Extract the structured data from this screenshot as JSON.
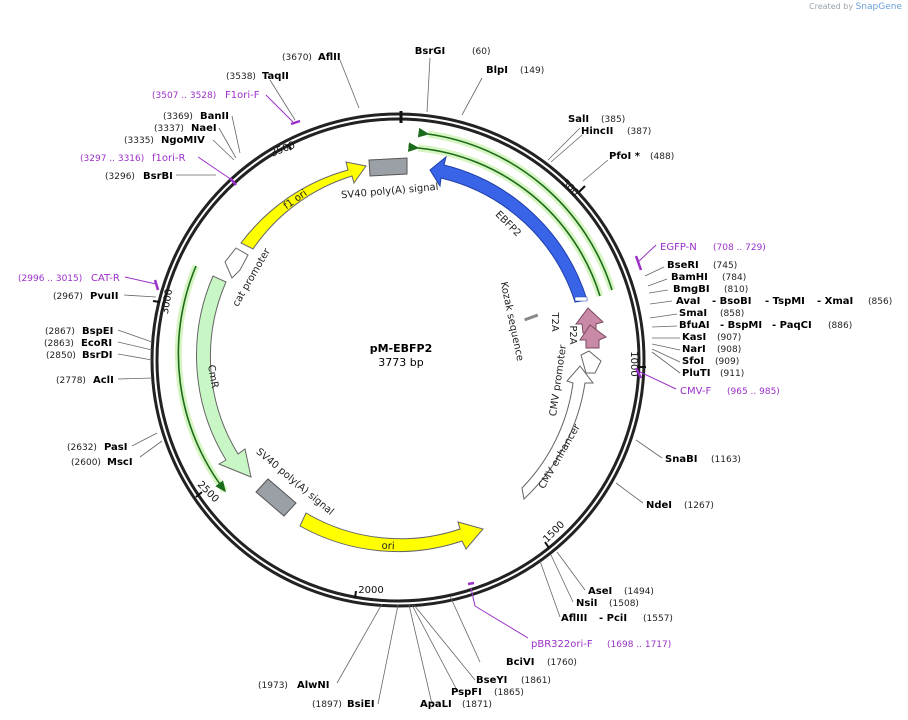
{
  "app": {
    "credit_prefix": "Created by",
    "credit_brand": "SnapGene"
  },
  "plasmid": {
    "name": "pM-EBFP2",
    "size_label": "3773 bp",
    "length": 3773
  },
  "ticks": [
    {
      "bp": 500,
      "label": "500"
    },
    {
      "bp": 1000,
      "label": "1000"
    },
    {
      "bp": 1500,
      "label": "1500"
    },
    {
      "bp": 2000,
      "label": "2000"
    },
    {
      "bp": 2500,
      "label": "2500"
    },
    {
      "bp": 3000,
      "label": "3000"
    },
    {
      "bp": 3500,
      "label": "3500"
    }
  ],
  "features": [
    {
      "name": "EBFP2",
      "color": "#3a64e8"
    },
    {
      "name": "SV40 poly(A) signal",
      "color": "#9aa0a6"
    },
    {
      "name": "f1 ori",
      "color": "#ffff00"
    },
    {
      "name": "cat promoter",
      "color": "#ffffff"
    },
    {
      "name": "CmR",
      "color": "#c8f7c5"
    },
    {
      "name": "SV40 poly(A) signal",
      "color": "#9aa0a6"
    },
    {
      "name": "ori",
      "color": "#ffff00"
    },
    {
      "name": "CMV enhancer",
      "color": "#ffffff"
    },
    {
      "name": "CMV promoter",
      "color": "#ffffff"
    },
    {
      "name": "T2A",
      "color": "#c98aa8"
    },
    {
      "name": "P2A",
      "color": "#c98aa8"
    },
    {
      "name": "Kozak sequence",
      "color": "#888888"
    }
  ],
  "enzymes": [
    {
      "name": "BsrGI",
      "pos": "(60)"
    },
    {
      "name": "BlpI",
      "pos": "(149)"
    },
    {
      "name": "SalI",
      "pos": "(385)"
    },
    {
      "name": "HincII",
      "pos": "(387)"
    },
    {
      "name": "PfoI *",
      "pos": "(488)"
    },
    {
      "name": "BseRI",
      "pos": "(745)"
    },
    {
      "name": "BamHI",
      "pos": "(784)"
    },
    {
      "name": "BmgBI",
      "pos": "(810)"
    },
    {
      "name": "AvaI",
      "pos": ""
    },
    {
      "name": "- BsoBI",
      "pos": ""
    },
    {
      "name": "- TspMI",
      "pos": ""
    },
    {
      "name": "- XmaI",
      "pos": "(856)"
    },
    {
      "name": "SmaI",
      "pos": "(858)"
    },
    {
      "name": "BfuAI",
      "pos": ""
    },
    {
      "name": "- BspMI",
      "pos": ""
    },
    {
      "name": "- PaqCI",
      "pos": "(886)"
    },
    {
      "name": "KasI",
      "pos": "(907)"
    },
    {
      "name": "NarI",
      "pos": "(908)"
    },
    {
      "name": "SfoI",
      "pos": "(909)"
    },
    {
      "name": "PluTI",
      "pos": "(911)"
    },
    {
      "name": "SnaBI",
      "pos": "(1163)"
    },
    {
      "name": "NdeI",
      "pos": "(1267)"
    },
    {
      "name": "AseI",
      "pos": "(1494)"
    },
    {
      "name": "NsiI",
      "pos": "(1508)"
    },
    {
      "name": "AflIII",
      "pos": ""
    },
    {
      "name": "- PciI",
      "pos": "(1557)"
    },
    {
      "name": "BciVI",
      "pos": "(1760)"
    },
    {
      "name": "BseYI",
      "pos": "(1861)"
    },
    {
      "name": "PspFI",
      "pos": "(1865)"
    },
    {
      "name": "ApaLI",
      "pos": "(1871)"
    },
    {
      "name": "BsiEI",
      "pos": "(1897)"
    },
    {
      "name": "AlwNI",
      "pos": "(1973)"
    },
    {
      "name": "MscI",
      "pos": "(2600)"
    },
    {
      "name": "PasI",
      "pos": "(2632)"
    },
    {
      "name": "AclI",
      "pos": "(2778)"
    },
    {
      "name": "BsrDI",
      "pos": "(2850)"
    },
    {
      "name": "EcoRI",
      "pos": "(2863)"
    },
    {
      "name": "BspEI",
      "pos": "(2867)"
    },
    {
      "name": "PvuII",
      "pos": "(2967)"
    },
    {
      "name": "BsrBI",
      "pos": "(3296)"
    },
    {
      "name": "NgoMIV",
      "pos": "(3335)"
    },
    {
      "name": "NaeI",
      "pos": "(3337)"
    },
    {
      "name": "BanII",
      "pos": "(3369)"
    },
    {
      "name": "TaqII",
      "pos": "(3538)"
    },
    {
      "name": "AflII",
      "pos": "(3670)"
    }
  ],
  "primers": [
    {
      "name": "EGFP-N",
      "range": "(708 .. 729)"
    },
    {
      "name": "CMV-F",
      "range": "(965 .. 985)"
    },
    {
      "name": "pBR322ori-F",
      "range": "(1698 .. 1717)"
    },
    {
      "name": "CAT-R",
      "range": "(2996 .. 3015)"
    },
    {
      "name": "f1ori-R",
      "range": "(3297 .. 3316)"
    },
    {
      "name": "F1ori-F",
      "range": "(3507 .. 3528)"
    }
  ]
}
